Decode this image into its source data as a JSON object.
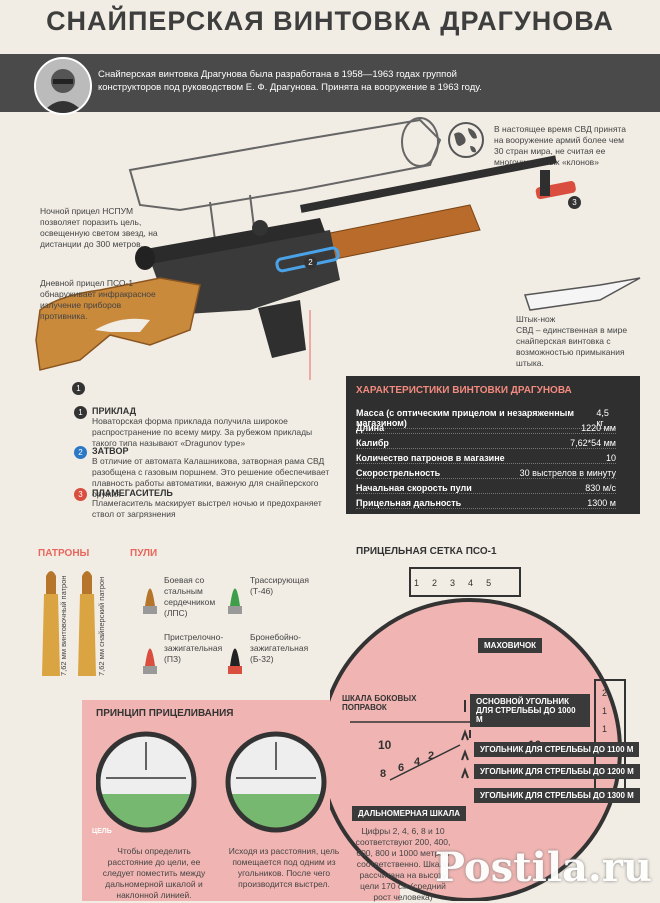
{
  "title": "СНАЙПЕРСКАЯ ВИНТОВКА ДРАГУНОВА",
  "intro": "Снайперская винтовка Драгунова была разработана в 1958—1963 годах группой конструкторов под руководством Е. Ф. Драгунова. Принята на вооружение в 1963 году.",
  "world_note": "В настоящее время СВД принята на вооружение армий более чем 30 стран мира, не считая ее многочисленных «клонов»",
  "night_scope": {
    "title": "Ночной прицел НСПУМ",
    "text": "позволяет поразить цель, освещенную светом звезд, на дистанции до 300 метров."
  },
  "day_scope": {
    "title": "Дневной прицел ПСО-1",
    "text": "обнаруживает инфракрасное излучение приборов противника."
  },
  "bayonet": {
    "title": "Штык-нож",
    "text": "СВД – единственная в мире снайперская винтовка с возможностью примыкания штыка."
  },
  "features": [
    {
      "num": "1",
      "title": "ПРИКЛАД",
      "text": "Новаторская форма приклада получила широкое распространение по всему миру. За рубежом приклады такого типа называют «Dragunov type»"
    },
    {
      "num": "2",
      "title": "ЗАТВОР",
      "text": "В отличие от автомата Калашникова, затворная рама СВД разобщена с газовым поршнем. Это решение обеспечивает плавность работы автоматики, важную для снайперского оружия"
    },
    {
      "num": "3",
      "title": "ПЛАМЕГАСИТЕЛЬ",
      "text": "Пламегаситель маскирует выстрел ночью и предохраняет ствол от загрязнения"
    }
  ],
  "specs": {
    "title": "ХАРАКТЕРИСТИКИ ВИНТОВКИ ДРАГУНОВА",
    "rows": [
      {
        "label": "Масса (с оптическим прицелом и незаряженным магазином)",
        "value": "4,5 кг"
      },
      {
        "label": "Длина",
        "value": "1220 мм"
      },
      {
        "label": "Калибр",
        "value": "7,62*54 мм"
      },
      {
        "label": "Количество патронов в магазине",
        "value": "10"
      },
      {
        "label": "Скорострельность",
        "value": "30 выстрелов в минуту"
      },
      {
        "label": "Начальная скорость пули",
        "value": "830 м/с"
      },
      {
        "label": "Прицельная дальность",
        "value": "1300 м"
      }
    ]
  },
  "cartridges": {
    "title": "ПАТРОНЫ",
    "items": [
      "7,62 мм винтовочный патрон",
      "7,62 мм снайперский патрон"
    ]
  },
  "bullets": {
    "title": "ПУЛИ",
    "items": [
      "Боевая со стальным сердечником (ЛПС)",
      "Трассирующая (Т-46)",
      "Пристрелочно-зажигательная (ПЗ)",
      "Бронебойно-зажигательная (Б-32)"
    ]
  },
  "reticle": {
    "title": "ПРИЦЕЛЬНАЯ СЕТКА ПСО-1",
    "top_scale": [
      "1",
      "2",
      "3",
      "4",
      "5"
    ],
    "right_scale": [
      "2",
      "1",
      "1",
      "2"
    ],
    "left_labels": [
      "10",
      "10",
      "8",
      "6",
      "4",
      "2"
    ],
    "flywheel": "МАХОВИЧОК",
    "side_corrections": "ШКАЛА БОКОВЫХ ПОПРАВОК",
    "main_angle": "ОСНОВНОЙ УГОЛЬНИК ДЛЯ СТРЕЛЬБЫ ДО 1000 М",
    "angle_1100": "УГОЛЬНИК ДЛЯ СТРЕЛЬБЫ ДО 1100 М",
    "angle_1200": "УГОЛЬНИК ДЛЯ СТРЕЛЬБЫ ДО 1200 М",
    "angle_1300": "УГОЛЬНИК ДЛЯ СТРЕЛЬБЫ ДО 1300 М",
    "range_scale": "ДАЛЬНОМЕРНАЯ ШКАЛА",
    "range_text": "Цифры 2, 4, 6, 8 и 10 соответствуют 200, 400, 600, 800 и 1000 метрам соответственно. Шкала рассчитана на высоту цели 170 см (средний рост человека)"
  },
  "aiming": {
    "title": "ПРИНЦИП ПРИЦЕЛИВАНИЯ",
    "target_label": "ЦЕЛЬ",
    "text1": "Чтобы определить расстояние до цели, ее следует поместить между дальномерной шкалой и наклонной линией.",
    "text2": "Исходя из расстояния, цель помещается под одним из угольников. После чего производится выстрел."
  },
  "watermark": "Postila.ru",
  "colors": {
    "accent": "#e8675c",
    "dark": "#3a3a3a",
    "wood": "#b86b2a",
    "pink": "#f0b5b2"
  }
}
